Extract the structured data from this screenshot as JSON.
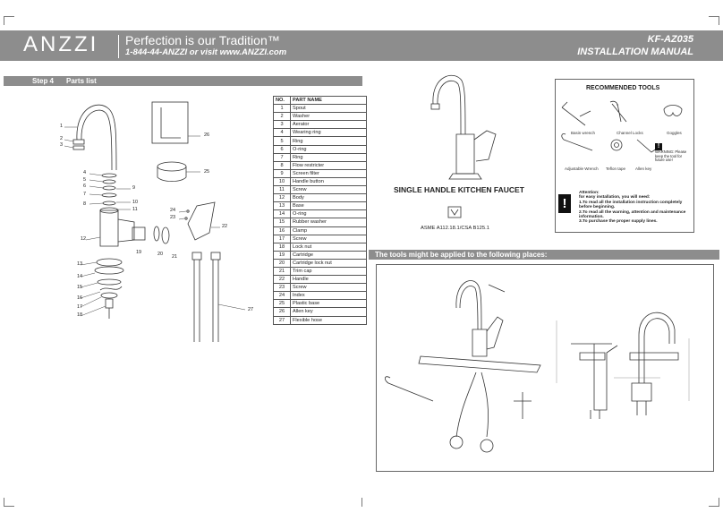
{
  "header": {
    "logo": "ANZZI",
    "tagline": "Perfection is our Tradition™",
    "contact": "1-844-44-ANZZI or visit www.ANZZI.com",
    "model": "KF-AZ035",
    "manual_title": "INSTALLATION MANUAL"
  },
  "step_bar": {
    "step": "Step 4",
    "label": "Parts list"
  },
  "parts_table": {
    "headers": [
      "NO.",
      "PART NAME"
    ],
    "rows": [
      [
        "1",
        "Spout"
      ],
      [
        "2",
        "Washer"
      ],
      [
        "3",
        "Aerator"
      ],
      [
        "4",
        "Wearing ring"
      ],
      [
        "5",
        "Ring"
      ],
      [
        "6",
        "O-ring"
      ],
      [
        "7",
        "Ring"
      ],
      [
        "8",
        "Flow restricter"
      ],
      [
        "9",
        "Screen filter"
      ],
      [
        "10",
        "Handle button"
      ],
      [
        "11",
        "Screw"
      ],
      [
        "12",
        "Body"
      ],
      [
        "13",
        "Base"
      ],
      [
        "14",
        "O-ring"
      ],
      [
        "15",
        "Rubber washer"
      ],
      [
        "16",
        "Clamp"
      ],
      [
        "17",
        "Screw"
      ],
      [
        "18",
        "Lock nut"
      ],
      [
        "19",
        "Cartridge"
      ],
      [
        "20",
        "Cartridge lock nut"
      ],
      [
        "21",
        "Trim cap"
      ],
      [
        "22",
        "Handle"
      ],
      [
        "23",
        "Screw"
      ],
      [
        "24",
        "Index"
      ],
      [
        "25",
        "Plastic base"
      ],
      [
        "26",
        "Allen key"
      ],
      [
        "27",
        "Flexible hose"
      ]
    ]
  },
  "callouts": [
    "1",
    "2",
    "3",
    "4",
    "5",
    "6",
    "7",
    "8",
    "9",
    "10",
    "11",
    "12",
    "13",
    "14",
    "15",
    "16",
    "17",
    "18",
    "19",
    "20",
    "21",
    "22",
    "23",
    "24",
    "25",
    "26",
    "27"
  ],
  "faucet": {
    "title": "SINGLE HANDLE KITCHEN FAUCET",
    "certification": "ASME A112.18.1/CSA B125.1"
  },
  "recommended_tools": {
    "title": "RECOMMENDED TOOLS",
    "tools": [
      "Basin wrench",
      "Channel Locks",
      "Goggles",
      "Adjustable Wrench",
      "Teflon tape",
      "Allen key"
    ],
    "warning_text": "WARNING: Please keep the tool for future use!",
    "attention_lines": [
      "Attention:",
      "for easy installation, you will need:",
      "1.To read all the installation instruction completely before beginning.",
      "2.To read all the warning, attention and maintenance information.",
      "3.To purchase the proper supply lines."
    ]
  },
  "tools_bar": {
    "label": "The tools might be applied to the following places:"
  }
}
